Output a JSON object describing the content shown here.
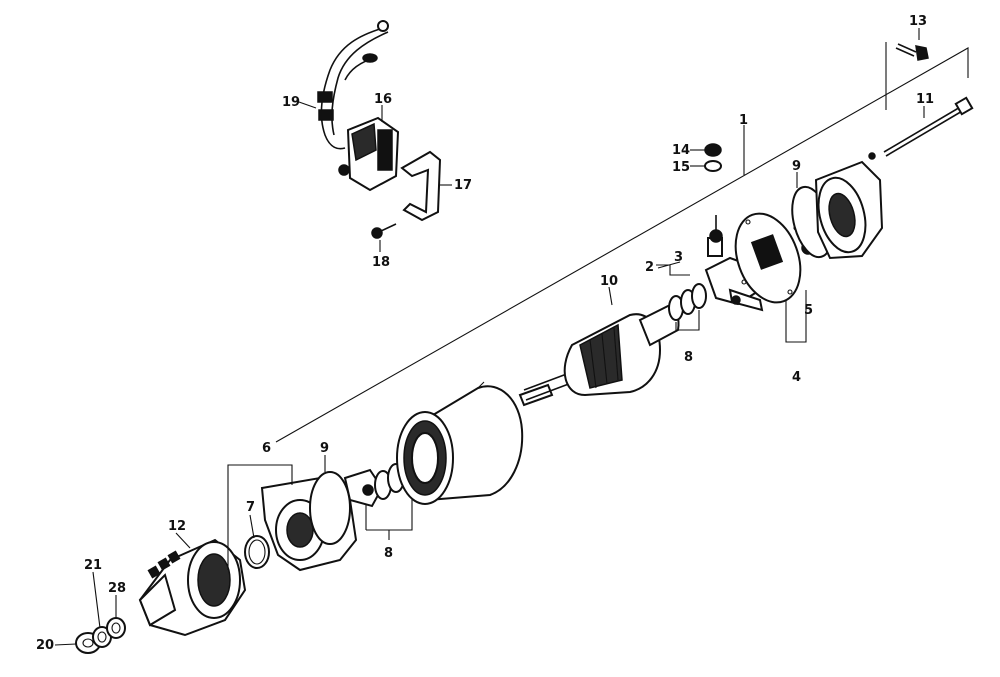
{
  "callouts": {
    "c1": "1",
    "c2": "2",
    "c3": "3",
    "c4": "4",
    "c5": "5",
    "c6": "6",
    "c7": "7",
    "c8a": "8",
    "c8b": "8",
    "c9a": "9",
    "c9b": "9",
    "c10": "10",
    "c11": "11",
    "c12": "12",
    "c13": "13",
    "c14": "14",
    "c15": "15",
    "c16": "16",
    "c17": "17",
    "c18": "18",
    "c19": "19",
    "c20": "20",
    "c21": "21",
    "c28": "28"
  }
}
